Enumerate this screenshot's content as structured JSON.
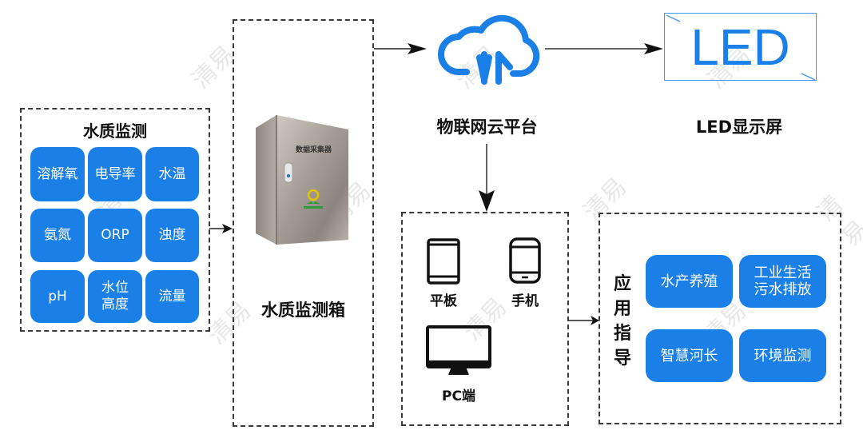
{
  "watermark": "清易",
  "colors": {
    "accent": "#1a7fe6",
    "text": "#111111",
    "border": "#3a3a3a"
  },
  "water_quality": {
    "title": "水质监测",
    "params": [
      "溶解氧",
      "电导率",
      "水温",
      "氨氮",
      "ORP",
      "浊度",
      "pH",
      "水位\n高度",
      "流量"
    ]
  },
  "monitor_box": {
    "title": "水质监测箱",
    "cabinet_label": "数据采集器",
    "image": "cabinet-image"
  },
  "cloud": {
    "label": "物联网云平台",
    "icon": "cloud-upload-download-icon"
  },
  "led": {
    "screen_text": "LED",
    "label": "LED显示屏"
  },
  "devices": [
    {
      "label": "平板",
      "icon": "tablet-icon"
    },
    {
      "label": "手机",
      "icon": "phone-icon"
    },
    {
      "label": "PC端",
      "icon": "monitor-icon"
    }
  ],
  "applications": {
    "title": "应用指导",
    "title_chars": [
      "应",
      "用",
      "指",
      "导"
    ],
    "items": [
      "水产养殖",
      "工业生活\n污水排放",
      "智慧河长",
      "环境监测"
    ]
  }
}
